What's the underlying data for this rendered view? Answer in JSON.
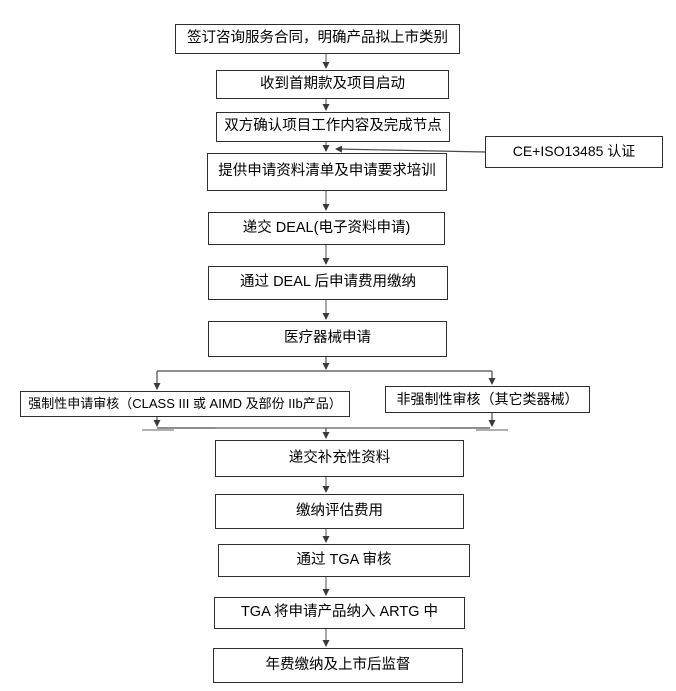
{
  "flowchart": {
    "nodes": {
      "sign_contract": "签订咨询服务合同，明确产品拟上市类别",
      "first_payment": "收到首期款及项目启动",
      "confirm_scope": "双方确认项目工作内容及完成节点",
      "provide_checklist": "提供申请资料清单及申请要求培训",
      "submit_deal": "递交 DEAL(电子资料申请)",
      "deal_fee": "通过 DEAL 后申请费用缴纳",
      "device_application": "医疗器械申请",
      "mandatory_review": "强制性申请审核（CLASS III 或 AIMD 及部份 IIb产品）",
      "non_mandatory_review": "非强制性审核（其它类器械）",
      "ce_iso_cert": "CE+ISO13485 认证",
      "supplementary_materials": "递交补充性资料",
      "assessment_fee": "缴纳评估费用",
      "tga_review": "通过 TGA 审核",
      "artg_inclusion": "TGA 将申请产品纳入 ARTG 中",
      "annual_fee": "年费缴纳及上市后监督"
    },
    "colors": {
      "background": "#ffffff",
      "box_border": "#2e2e2e",
      "text": "#000000",
      "connector_shaft": "#7a7a7a",
      "connector_bar": "#4a4a4a",
      "arrowhead": "#3a3a3a"
    }
  }
}
